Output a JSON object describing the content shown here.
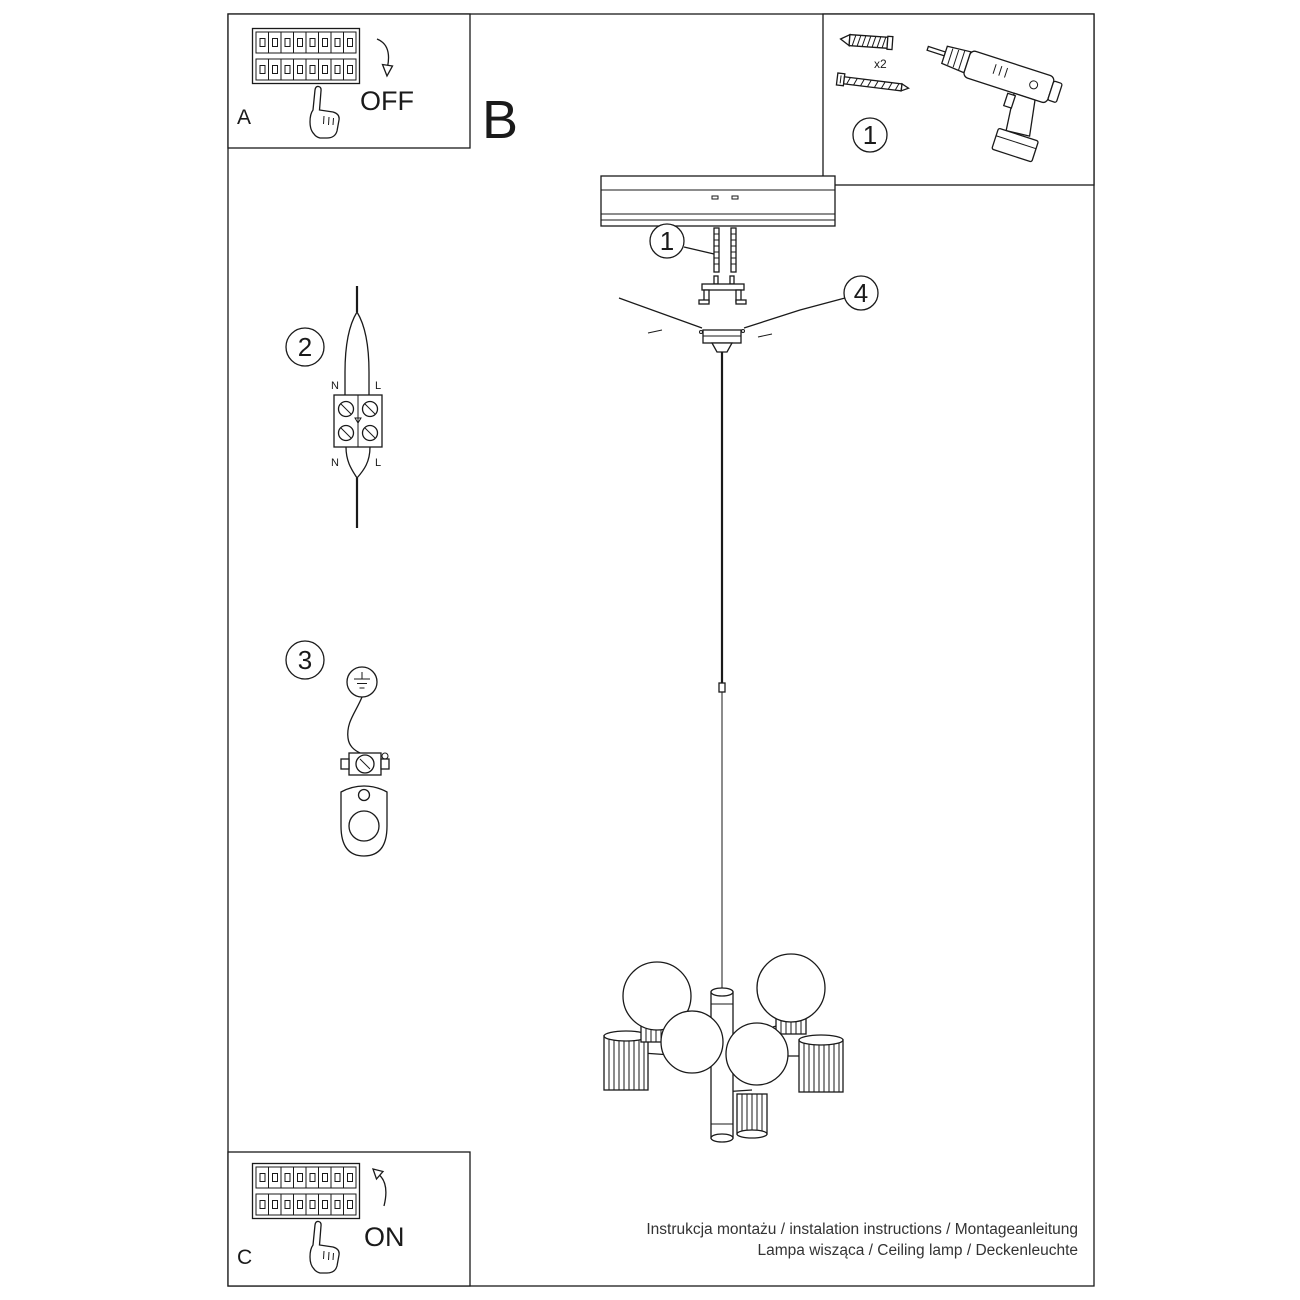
{
  "document": {
    "ink_color": "#1a1a1a",
    "footer": {
      "line1": "Instrukcja montażu / instalation instructions / Montageanleitung",
      "line2": "Lampa wisząca / Ceiling lamp / Deckenleuchte"
    }
  },
  "panel_power_off": {
    "label": "A",
    "switch_text": "OFF"
  },
  "section_main": {
    "label": "B"
  },
  "panel_tools": {
    "step_number": "1",
    "anchor_quantity": "x2"
  },
  "assembly": {
    "callout_screws": "1",
    "callout_bracket": "4"
  },
  "step_wiring": {
    "number": "2",
    "terminal_top_n": "N",
    "terminal_top_l": "L",
    "terminal_bottom_n": "N",
    "terminal_bottom_l": "L"
  },
  "step_ground": {
    "number": "3"
  },
  "panel_power_on": {
    "label": "C",
    "switch_text": "ON"
  }
}
